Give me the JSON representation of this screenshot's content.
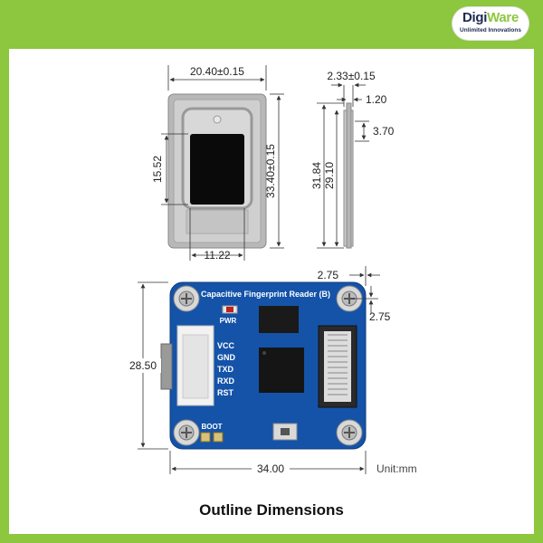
{
  "logo": {
    "name_part1": "Digi",
    "name_part2": "Ware",
    "tagline": "Unlimited Innovations"
  },
  "sensor_top": {
    "width": "20.40±0.15",
    "window_width": "11.22",
    "window_height": "15.52",
    "height": "33.40±0.15"
  },
  "sensor_side": {
    "total_thickness": "2.33±0.15",
    "plate_thickness": "1.20",
    "step": "3.70",
    "length_outer": "31.84",
    "length_inner": "29.10"
  },
  "board": {
    "silkscreen_title": "Capacitive Fingerprint Reader (B)",
    "pwr_label": "PWR",
    "boot_label": "BOOT",
    "pins": [
      "VCC",
      "GND",
      "TXD",
      "RXD",
      "RST"
    ],
    "hole_offset_x": "2.75",
    "hole_offset_y": "2.75",
    "height": "28.50",
    "width": "34.00",
    "unit": "Unit:mm"
  },
  "caption": "Outline  Dimensions",
  "colors": {
    "frame_green": "#8dc63f",
    "pcb_blue": "#1453a8",
    "logo_navy": "#1d2b52"
  }
}
